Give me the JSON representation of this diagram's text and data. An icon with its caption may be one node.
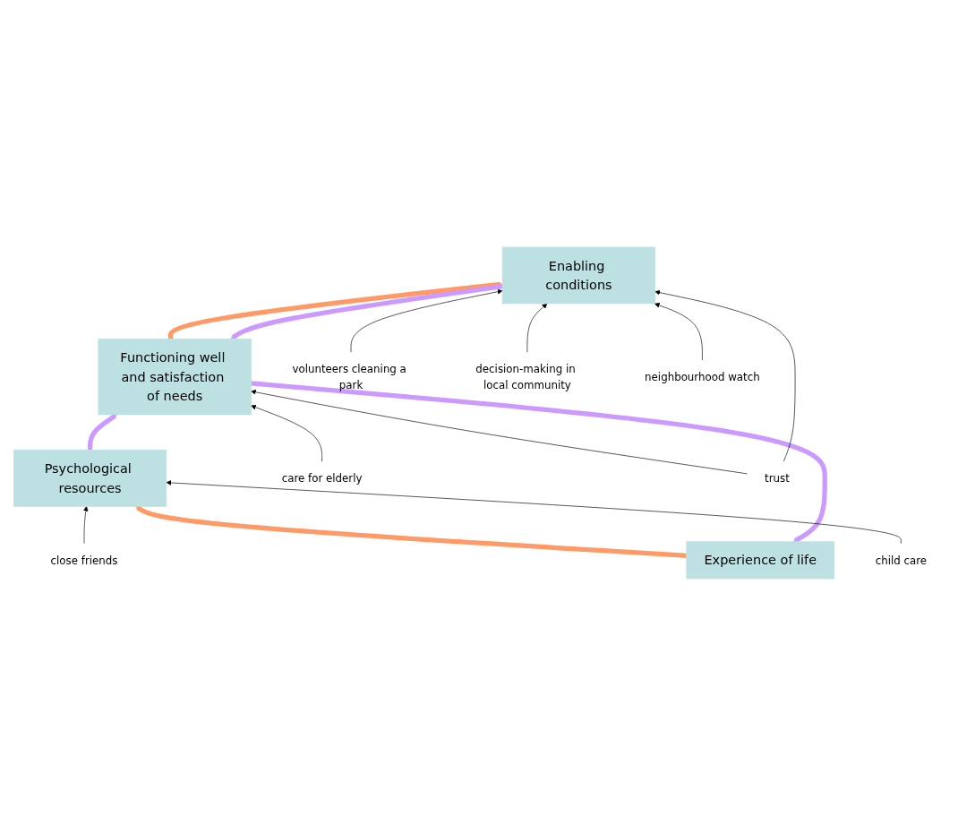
{
  "diagram": {
    "nodes": [
      {
        "text": [
          "Experience of life"
        ]
      },
      {
        "text": [
          "Functioning well and satisfaction of needs"
        ]
      },
      {
        "text": [
          "Enabling conditions"
        ]
      },
      {
        "text": [
          "Psychological resources"
        ]
      },
      {
        "text": [
          "care for elderly"
        ]
      },
      {
        "text": [
          "trust"
        ]
      },
      {
        "text": [
          "volunteers cleaning a park"
        ]
      },
      {
        "text": [
          "decision-making in local community"
        ]
      },
      {
        "text": [
          "neighbourhood watch"
        ]
      },
      {
        "text": [
          "close friends"
        ]
      },
      {
        "text": [
          "child care"
        ]
      }
    ],
    "edges": [
      {
        "from": 1,
        "to": 0,
        "arrow": "to",
        "style": "thick",
        "color": "#cc99ff"
      },
      {
        "from": 0,
        "to": 3,
        "arrow": "to",
        "style": "thick",
        "color": "#ff9966"
      },
      {
        "from": 1,
        "to": 2,
        "arrow": "to",
        "style": "thick",
        "color": "#ff9966"
      },
      {
        "from": 2,
        "to": 1,
        "arrow": "to",
        "style": "thick",
        "color": "#cc99ff"
      },
      {
        "from": 3,
        "to": 1,
        "arrow": "to",
        "style": "thick",
        "color": "#cc99ff"
      },
      {
        "from": 4,
        "to": 1,
        "arrow": "to"
      },
      {
        "from": 5,
        "to": 1,
        "arrow": "to"
      },
      {
        "from": 5,
        "to": 2,
        "arrow": "to"
      },
      {
        "from": 6,
        "to": 2,
        "arrow": "to"
      },
      {
        "from": 7,
        "to": 2,
        "arrow": "to"
      },
      {
        "from": 8,
        "to": 2,
        "arrow": "to"
      },
      {
        "from": 9,
        "to": 3,
        "arrow": "to"
      },
      {
        "from": 10,
        "to": 3,
        "arrow": "to"
      }
    ]
  }
}
